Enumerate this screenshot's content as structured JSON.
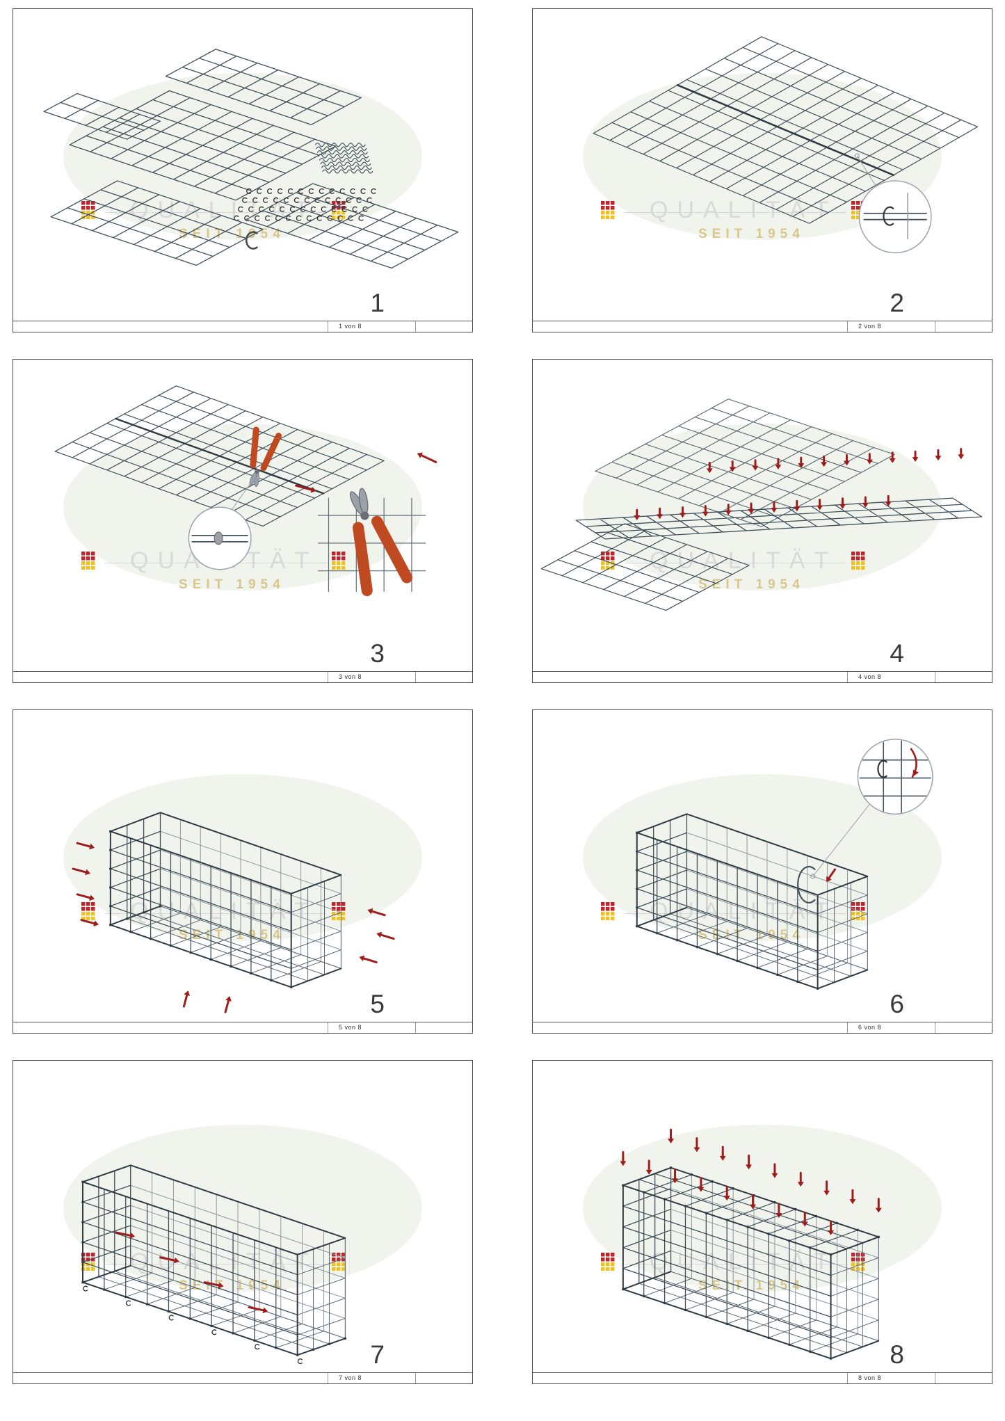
{
  "watermark": {
    "brand": "QUALITÄT",
    "since": "SEIT 1954",
    "brand_color": "#d9d9d9",
    "since_color": "#d8c68c",
    "logo_red": "#c2242b",
    "logo_yellow": "#f0c21f"
  },
  "colors": {
    "mesh": "#40505b",
    "mesh_dark": "#2e3b44",
    "mesh_far": "#8d99a1",
    "mesh_mid": "#5c6b76",
    "edge": "#2e3b44",
    "arrow": "#9e1c1c",
    "plier_handle": "#bf4a22",
    "plier_head": "#9aa1a8",
    "detail_stroke": "#9aa2aa",
    "ellipse_bg": "#f0f4ec",
    "clip_dark": "#2b2b2b"
  },
  "panels": [
    {
      "step": "1",
      "sheet": "1 von 8",
      "illustration": "parts-overview"
    },
    {
      "step": "2",
      "sheet": "2 von 8",
      "illustration": "joined-mesh-detail"
    },
    {
      "step": "3",
      "sheet": "3 von 8",
      "illustration": "cutting-pliers"
    },
    {
      "step": "4",
      "sheet": "4 von 8",
      "illustration": "fold-arrows"
    },
    {
      "step": "5",
      "sheet": "5 von 8",
      "illustration": "basket-arrows"
    },
    {
      "step": "6",
      "sheet": "6 von 8",
      "illustration": "basket-hook-detail"
    },
    {
      "step": "7",
      "sheet": "7 von 8",
      "illustration": "basket-internal-arrows"
    },
    {
      "step": "8",
      "sheet": "8 von 8",
      "illustration": "basket-lid-arrows"
    }
  ]
}
